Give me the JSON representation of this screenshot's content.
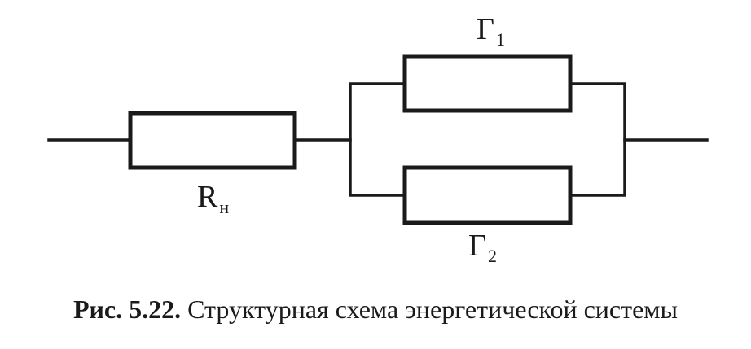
{
  "labels": {
    "load": {
      "symbol": "R",
      "subscript": "н"
    },
    "generator_1": {
      "symbol": "Г",
      "subscript": "1"
    },
    "generator_2": {
      "symbol": "Г",
      "subscript": "2"
    }
  },
  "caption": {
    "number": "Рис. 5.22.",
    "text": "Структурная схема энергетической системы"
  }
}
